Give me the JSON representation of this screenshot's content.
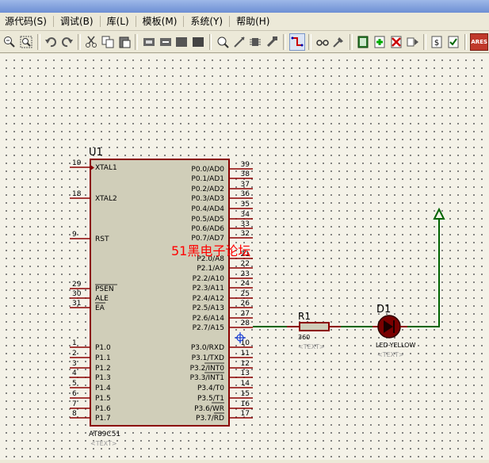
{
  "menu": {
    "items": [
      "源代码(S)",
      "调试(B)",
      "库(L)",
      "模板(M)",
      "系统(Y)",
      "帮助(H)"
    ]
  },
  "toolbar": {
    "icons": [
      "zoom-out-icon",
      "zoom-area-icon",
      "undo-icon",
      "redo-icon",
      "cut-icon",
      "copy-icon",
      "paste-icon",
      "block-copy-icon",
      "block-move-icon",
      "block-rotate-icon",
      "block-delete-icon",
      "pick-device-icon",
      "make-device-icon",
      "package-icon",
      "decompose-icon",
      "wire-autorouter-icon",
      "search-icon",
      "property-tool-icon",
      "new-sheet-icon",
      "add-sheet-icon",
      "remove-sheet-icon",
      "sheet-explorer-icon",
      "bill-of-materials-icon",
      "electrical-check-icon",
      "ares-icon"
    ],
    "ares_label": "ARES"
  },
  "schematic": {
    "mcu": {
      "ref": "U1",
      "part": "AT89C51",
      "text": "<TEXT>",
      "left_pins": [
        {
          "num": "19",
          "name": "XTAL1"
        },
        {
          "num": "18",
          "name": "XTAL2"
        },
        {
          "num": "9",
          "name": "RST"
        },
        {
          "num": "29",
          "name": "PSEN"
        },
        {
          "num": "30",
          "name": "ALE"
        },
        {
          "num": "31",
          "name": "EA"
        },
        {
          "num": "1",
          "name": "P1.0"
        },
        {
          "num": "2",
          "name": "P1.1"
        },
        {
          "num": "3",
          "name": "P1.2"
        },
        {
          "num": "4",
          "name": "P1.3"
        },
        {
          "num": "5",
          "name": "P1.4"
        },
        {
          "num": "6",
          "name": "P1.5"
        },
        {
          "num": "7",
          "name": "P1.6"
        },
        {
          "num": "8",
          "name": "P1.7"
        }
      ],
      "right_pins": [
        {
          "num": "39",
          "name": "P0.0/AD0"
        },
        {
          "num": "38",
          "name": "P0.1/AD1"
        },
        {
          "num": "37",
          "name": "P0.2/AD2"
        },
        {
          "num": "36",
          "name": "P0.3/AD3"
        },
        {
          "num": "35",
          "name": "P0.4/AD4"
        },
        {
          "num": "34",
          "name": "P0.5/AD5"
        },
        {
          "num": "33",
          "name": "P0.6/AD6"
        },
        {
          "num": "32",
          "name": "P0.7/AD7"
        },
        {
          "num": "21",
          "name": "P2.0/A8"
        },
        {
          "num": "22",
          "name": "P2.1/A9"
        },
        {
          "num": "23",
          "name": "P2.2/A10"
        },
        {
          "num": "24",
          "name": "P2.3/A11"
        },
        {
          "num": "25",
          "name": "P2.4/A12"
        },
        {
          "num": "26",
          "name": "P2.5/A13"
        },
        {
          "num": "27",
          "name": "P2.6/A14"
        },
        {
          "num": "28",
          "name": "P2.7/A15"
        },
        {
          "num": "10",
          "name": "P3.0/RXD"
        },
        {
          "num": "11",
          "name": "P3.1/TXD"
        },
        {
          "num": "12",
          "name": "P3.2/INT0"
        },
        {
          "num": "13",
          "name": "P3.3/INT1"
        },
        {
          "num": "14",
          "name": "P3.4/T0"
        },
        {
          "num": "15",
          "name": "P3.5/T1"
        },
        {
          "num": "16",
          "name": "P3.6/WR"
        },
        {
          "num": "17",
          "name": "P3.7/RD"
        }
      ]
    },
    "resistor": {
      "ref": "R1",
      "value": "360",
      "text": "<TEXT>"
    },
    "led": {
      "ref": "D1",
      "part": "LED-YELLOW",
      "text": "<TEXT>"
    },
    "watermark": "51黑电子论坛",
    "colors": {
      "part_body": "#d0ceb9",
      "part_outline": "#8b0000",
      "wire": "#006400",
      "text": "#000000",
      "watermark": "#ff0000",
      "led_body": "#7a0000"
    }
  }
}
